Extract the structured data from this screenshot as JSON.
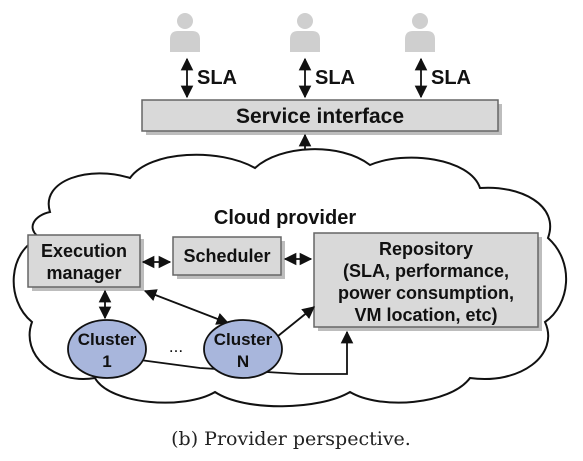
{
  "users": [
    {
      "icon": "person-icon",
      "sla_label": "SLA"
    },
    {
      "icon": "person-icon",
      "sla_label": "SLA"
    },
    {
      "icon": "person-icon",
      "sla_label": "SLA"
    }
  ],
  "service_interface": {
    "label": "Service interface"
  },
  "cloud": {
    "title": "Cloud provider"
  },
  "execution_manager": {
    "line1": "Execution",
    "line2": "manager"
  },
  "scheduler": {
    "label": "Scheduler"
  },
  "repository": {
    "line1": "Repository",
    "line2": "(SLA, performance,",
    "line3": "power consumption,",
    "line4": "VM location, etc)"
  },
  "clusters": [
    {
      "line1": "Cluster",
      "line2": "1"
    },
    {
      "line1": "Cluster",
      "line2": "N"
    }
  ],
  "ellipsis": "...",
  "caption": "(b) Provider perspective.",
  "colors": {
    "box_fill": "#d9d9d9",
    "cluster_fill": "#a8b6dc",
    "user_fill": "#cfcfcf"
  }
}
